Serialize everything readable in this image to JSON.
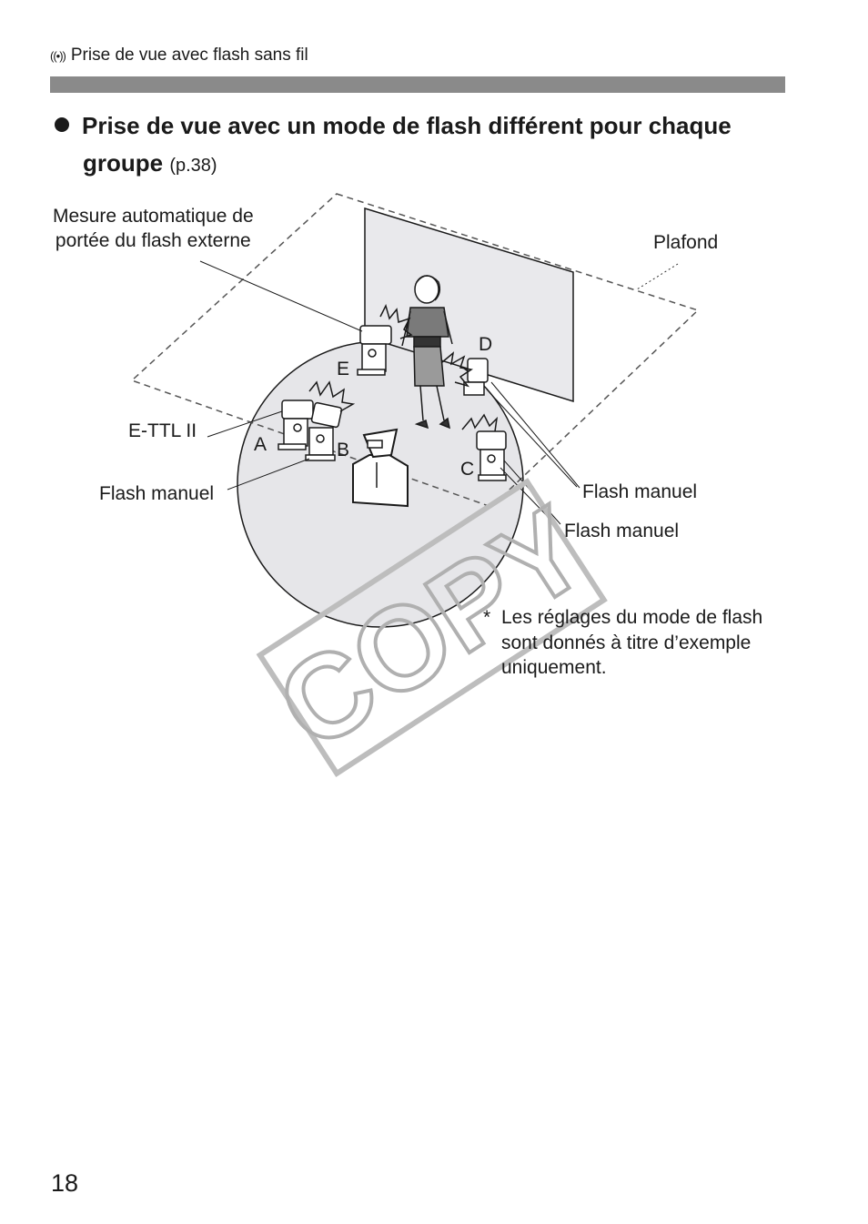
{
  "header": {
    "icon": "wireless-icon",
    "text": "Prise de vue avec flash sans fil"
  },
  "heading": {
    "line1": "Prise de vue avec un mode de flash différent pour chaque",
    "line2": "groupe",
    "pageref": "(p.38)"
  },
  "diagram": {
    "label_auto": [
      "Mesure automatique de",
      "portée du flash externe"
    ],
    "label_ceiling": "Plafond",
    "label_ettl": "E-TTL II",
    "label_manual_left": "Flash manuel",
    "label_manual_c": "Flash manuel",
    "label_manual_d": "Flash manuel",
    "group_a": "A",
    "group_b": "B",
    "group_c": "C",
    "group_d": "D",
    "group_e": "E",
    "watermark": "COPY"
  },
  "note": {
    "asterisk": "*",
    "lines": [
      "Les réglages du mode de flash",
      "sont donnés à titre d’exemple",
      "uniquement."
    ]
  },
  "page_number": "18",
  "colors": {
    "bar": "#8a8a8a",
    "floor": "#e6e6e9",
    "wall": "#e9e9ec"
  }
}
